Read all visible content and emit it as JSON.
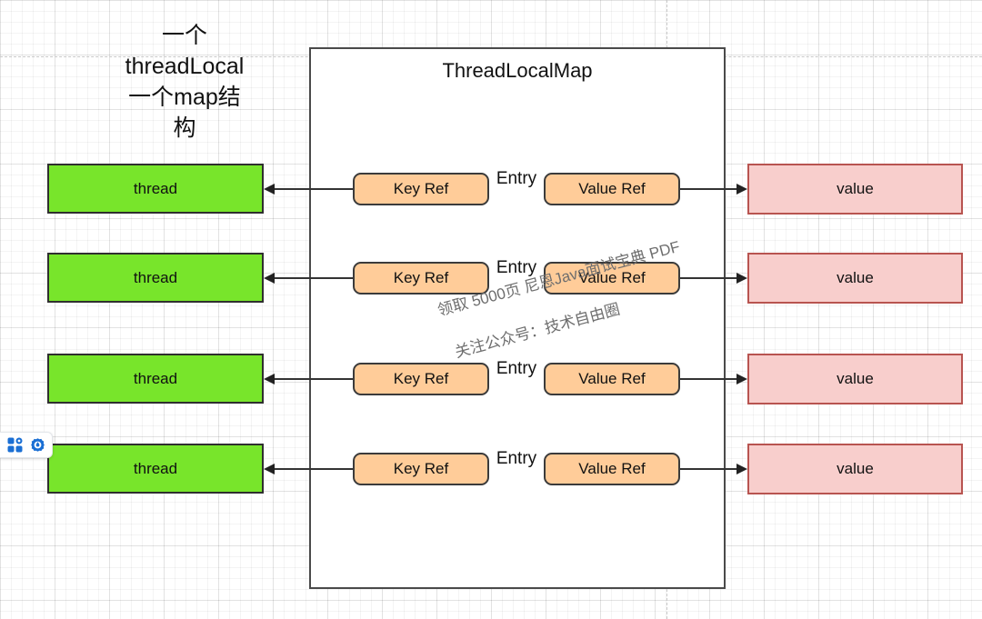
{
  "annotation": {
    "title": "一个\nthreadLocal\n一个map结\n构"
  },
  "map_container": {
    "title": "ThreadLocalMap"
  },
  "rows": [
    {
      "thread": "thread",
      "key_ref": "Key Ref",
      "entry": "Entry",
      "value_ref": "Value Ref",
      "value": "value"
    },
    {
      "thread": "thread",
      "key_ref": "Key Ref",
      "entry": "Entry",
      "value_ref": "Value Ref",
      "value": "value"
    },
    {
      "thread": "thread",
      "key_ref": "Key Ref",
      "entry": "Entry",
      "value_ref": "Value Ref",
      "value": "value"
    },
    {
      "thread": "thread",
      "key_ref": "Key Ref",
      "entry": "Entry",
      "value_ref": "Value Ref",
      "value": "value"
    }
  ],
  "watermark": {
    "line1": "领取 5000页 尼恩Java面试宝典 PDF",
    "line2": "关注公众号：技术自由圈"
  },
  "toolbar": {
    "icons": [
      "apps-icon",
      "gear-icon"
    ]
  },
  "colors": {
    "thread_fill": "#78E52B",
    "ref_fill": "#FFCC99",
    "value_fill": "#F8CECC",
    "value_stroke": "#B85450",
    "toolbar_icon_blue": "#1A6FD4",
    "watermark_gray": "#6E6E6E"
  }
}
